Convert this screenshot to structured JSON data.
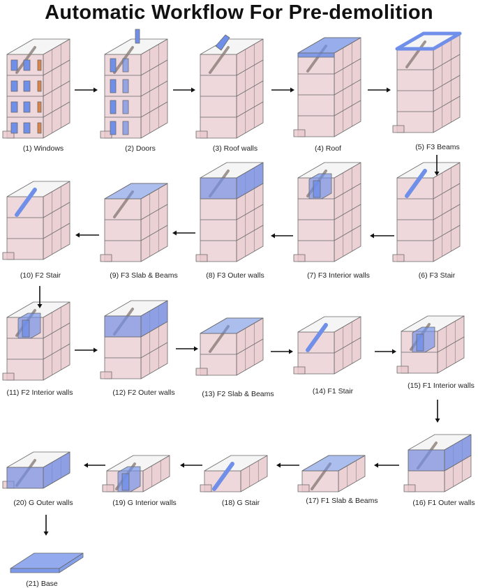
{
  "title": "Automatic Workflow For Pre-demolition",
  "colors": {
    "wall_pink": "#e8c8cc",
    "highlight_blue": "#6f8fe8",
    "edge_grey": "#6a6a6a",
    "arrow": "#111111"
  },
  "steps": [
    {
      "label": "(1) Windows",
      "floors": 4,
      "hl": "windows"
    },
    {
      "label": "(2) Doors",
      "floors": 4,
      "hl": "doors"
    },
    {
      "label": "(3) Roof walls",
      "floors": 4,
      "hl": "roofwalls"
    },
    {
      "label": "(4) Roof",
      "floors": 4,
      "hl": "roof"
    },
    {
      "label": "(5) F3 Beams",
      "floors": 4,
      "hl": "beams"
    },
    {
      "label": "(6) F3 Stair",
      "floors": 4,
      "hl": "stair"
    },
    {
      "label": "(7) F3 Interior walls",
      "floors": 4,
      "hl": "interior"
    },
    {
      "label": "(8) F3 Outer walls",
      "floors": 4,
      "hl": "outer"
    },
    {
      "label": "(9) F3 Slab & Beams",
      "floors": 3,
      "hl": "slab"
    },
    {
      "label": "(10) F2 Stair",
      "floors": 3,
      "hl": "stair"
    },
    {
      "label": "(11) F2 Interior walls",
      "floors": 3,
      "hl": "interior"
    },
    {
      "label": "(12) F2 Outer walls",
      "floors": 3,
      "hl": "outer"
    },
    {
      "label": "(13) F2 Slab & Beams",
      "floors": 2,
      "hl": "slab"
    },
    {
      "label": "(14) F1 Stair",
      "floors": 2,
      "hl": "stair"
    },
    {
      "label": "(15) F1 Interior walls",
      "floors": 2,
      "hl": "interior"
    },
    {
      "label": "(16) F1 Outer walls",
      "floors": 2,
      "hl": "outer"
    },
    {
      "label": "(17)  F1 Slab & Beams",
      "floors": 1,
      "hl": "slab"
    },
    {
      "label": "(18) G Stair",
      "floors": 1,
      "hl": "stair"
    },
    {
      "label": "(19) G Interior walls",
      "floors": 1,
      "hl": "interior"
    },
    {
      "label": "(20) G Outer walls",
      "floors": 1,
      "hl": "outer"
    },
    {
      "label": "(21)  Base",
      "floors": 0,
      "hl": "base"
    }
  ]
}
